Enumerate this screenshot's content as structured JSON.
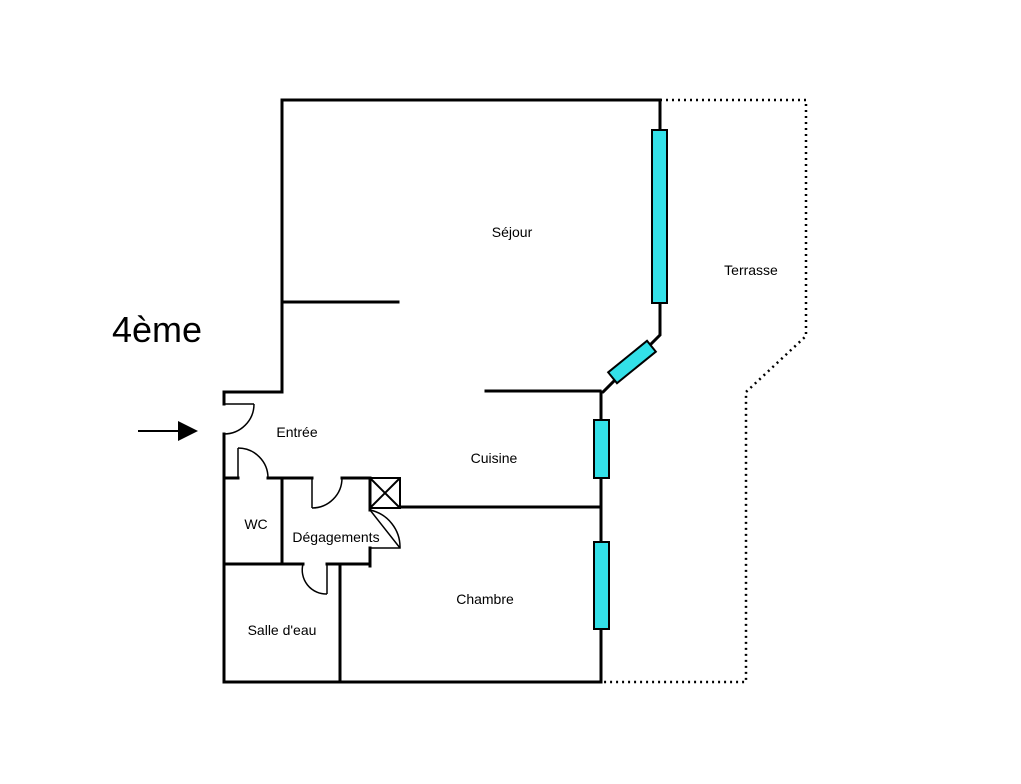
{
  "floor_label": "4ème",
  "rooms": {
    "sejour": "Séjour",
    "terrasse": "Terrasse",
    "entree": "Entrée",
    "cuisine": "Cuisine",
    "wc": "WC",
    "degagements": "Dégagements",
    "chambre": "Chambre",
    "salle_eau": "Salle d'eau"
  },
  "colors": {
    "wall": "#000000",
    "window": "#33e0e8",
    "background": "#ffffff"
  }
}
